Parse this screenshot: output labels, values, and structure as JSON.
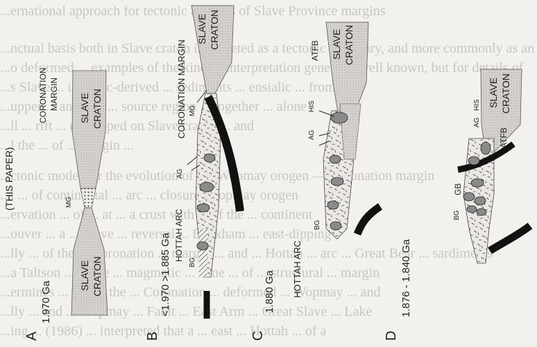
{
  "background_text": [
    "...ernational approach for tectonic analysis of Slave Province margins",
    "...nctual basis both in Slave craton interpreted as a tectonic boundary, and more commonly as an",
    "...o deformed ... examples of the kind of interpretation generally well known, but for details of",
    "...s Slave ... in ... arc-derived ... sediments ... ensialic ... from ...",
    "...upper ... and 4 in ... source region ... together ... alone",
    "...ll ... rift ... developed on Slave craton ... and",
    "...l the ... of ... margin ...",
    "...ctonic model for the evolution of the Wopmay orogen — Coronation margin",
    "...l ... of continental ... arc ... closure. Wopmay orogen",
    "...ervation ... of ... at ... a crust with ... of the ... continent",
    "...ouver ... a ... Slave ... reversal ... Buckham ... east-dipping",
    "...lly ... of the ... Coronation ... margin ... and ... Hottah ... arc ... Great Bear ... sardiments",
    "...a Taltson ... in the ... magmatic ... zone ... of ... structural ... margin",
    "...ermines ... and ... the ... Coronation ... deformed ... Wopmay ... and",
    "...lly ... and ... Wopmay ... Fault ... East Arm ... Great Slave ... Lake",
    "...ing ... (1986) ... interpreted that a ... east ... Hottah ... of a"
  ],
  "figure": {
    "panels": [
      {
        "letter": "A",
        "age": "1.970 Ga",
        "note": "(THIS PAPER)",
        "labels": [
          "CORONATION",
          "MARGIN",
          "SLAVE",
          "CRATON",
          "MG",
          "SLAVE",
          "CRATON"
        ]
      },
      {
        "letter": "B",
        "age": "<1.970 >1.885 Ga",
        "labels": [
          "HOTTAH ARC",
          "BG",
          "AG",
          "CORONATION MARGIN",
          "SLAVE",
          "CRATON",
          "MG"
        ]
      },
      {
        "letter": "C",
        "age": "1.880 Ga",
        "labels": [
          "HOTTAH ARC",
          "BG",
          "AG",
          "HIS",
          "ATFB",
          "SLAVE",
          "CRATON"
        ]
      },
      {
        "letter": "D",
        "age": "1.876 - 1.840 Ga",
        "labels": [
          "GB",
          "BG",
          "AG",
          "HIS",
          "ATFB",
          "SLAVE",
          "CRATON"
        ]
      }
    ]
  },
  "colors": {
    "stipple": "#d7d4cf",
    "ink": "#1e1e1e",
    "arc_fill": "#e8e5e1",
    "pluton": "#8a8a8a"
  }
}
